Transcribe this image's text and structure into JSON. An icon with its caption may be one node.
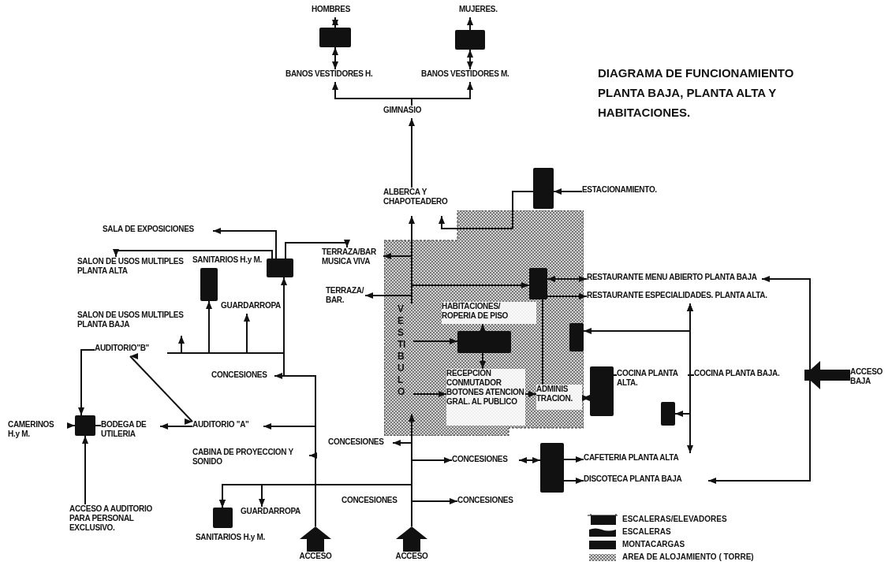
{
  "diagram": {
    "title": "DIAGRAMA DE FUNCIONAMIENTO PLANTA BAJA, PLANTA ALTA Y HABITACIONES.",
    "nodes": [
      {
        "text": [
          "HOMBRES"
        ]
      },
      {
        "text": [],
        "shape": "box"
      },
      {
        "text": [
          "MUJERES."
        ]
      },
      {
        "text": [],
        "shape": "box"
      },
      {
        "text": [
          "BANOS VESTIDORES H."
        ]
      },
      {
        "text": [
          "BANOS VESTIDORES M."
        ]
      },
      {
        "text": [
          "GIMNASIO"
        ]
      },
      {
        "text": [
          "ALBERCA Y CHAPOTEADERO"
        ]
      },
      {
        "text": [],
        "shape": "box"
      },
      {
        "text": [
          "ESTACIONAMIENTO."
        ]
      },
      {
        "text": [],
        "shape": "area"
      },
      {
        "text": [
          "VESTIBULO"
        ],
        "in": 10
      },
      {
        "text": [
          "HABITACIONES/ ROPERIA DE PISO"
        ],
        "in": 10
      },
      {
        "text": [],
        "shape": "box",
        "in": 10
      },
      {
        "text": [
          "RECEPCION CONMUTADOR BOTONES ATENCION GRAL. AL PUBLICO"
        ],
        "in": 10
      },
      {
        "text": [],
        "shape": "box",
        "in": 10
      },
      {
        "text": [
          "ADMINIS TRACION."
        ],
        "in": 10
      },
      {
        "text": [],
        "shape": "box",
        "in": 10
      },
      {
        "text": [],
        "shape": "box"
      },
      {
        "text": [
          "SALA DE EXPOSICIONES"
        ]
      },
      {
        "text": [
          "SALON DE USOS MULTIPLES PLANTA ALTA"
        ]
      },
      {
        "text": [],
        "shape": "box",
        "beside": [
          "SANITARIOS H.y M."
        ]
      },
      {
        "text": [
          "TERRAZA/BAR MUSICA VIVA"
        ]
      },
      {
        "text": [
          "TERRAZA/ BAR."
        ]
      },
      {
        "text": [
          "GUARDARROPA"
        ]
      },
      {
        "text": [
          "SALON DE USOS MULTIPLES PLANTA BAJA"
        ]
      },
      {
        "text": [
          "AUDITORIO\"B\""
        ]
      },
      {
        "text": [
          "CONCESIONES"
        ]
      },
      {
        "text": [
          "CAMERINOS H.y M."
        ]
      },
      {
        "text": [],
        "shape": "box"
      },
      {
        "text": [
          "BODEGA DE UTILERIA"
        ]
      },
      {
        "text": [
          "AUDITORIO \"A\""
        ]
      },
      {
        "text": [
          "CABINA DE PROYECCION Y SONIDO"
        ]
      },
      {
        "text": [
          "ACCESO A AUDITORIO PARA PERSONAL EXCLUSIVO."
        ]
      },
      {
        "text": [],
        "shape": "box",
        "beside": [
          "SANITARIOS H.y M."
        ]
      },
      {
        "text": [
          "GUARDARROPA"
        ]
      },
      {
        "text": [
          "ACCESO"
        ]
      },
      {
        "text": [
          "CONCESIONES"
        ]
      },
      {
        "text": [
          "CONCESIONES"
        ]
      },
      {
        "text": [],
        "shape": "box"
      },
      {
        "text": [
          "CAFETERIA PLANTA ALTA"
        ]
      },
      {
        "text": [
          "DISCOTECA PLANTA BAJA"
        ]
      },
      {
        "text": [
          "CONCESIONES"
        ]
      },
      {
        "text": [
          "ACCESO"
        ]
      },
      {
        "text": [
          "RESTAURANTE MENU ABIERTO PLANTA BAJA"
        ]
      },
      {
        "text": [
          "RESTAURANTE ESPECIALIDADES. PLANTA ALTA."
        ]
      },
      {
        "text": [],
        "shape": "box"
      },
      {
        "text": [
          "COCINA PLANTA ALTA."
        ]
      },
      {
        "text": [
          "COCINA PLANTA BAJA."
        ]
      },
      {
        "text": [
          "ACCESO BAJA"
        ]
      },
      {
        "text": [],
        "shape": "box"
      }
    ],
    "edges": [
      {
        "from": 1,
        "to": 0,
        "arrow": "both"
      },
      {
        "from": 4,
        "to": 1,
        "arrow": "both"
      },
      {
        "from": 3,
        "to": 2,
        "arrow": "to"
      },
      {
        "from": 5,
        "to": 3,
        "arrow": "both"
      },
      {
        "from": 6,
        "to": 4,
        "arrow": "to"
      },
      {
        "from": 6,
        "to": 5,
        "arrow": "to"
      },
      {
        "from": 7,
        "to": 6,
        "arrow": "to"
      },
      {
        "from": 9,
        "to": 8,
        "arrow": "to"
      },
      {
        "from": 8,
        "to": 7,
        "arrow": "to"
      },
      {
        "from": 11,
        "to": 7,
        "arrow": "to"
      },
      {
        "from": 43,
        "to": 11,
        "arrow": "to"
      },
      {
        "from": 11,
        "to": 22,
        "arrow": "to"
      },
      {
        "from": 11,
        "to": 23,
        "arrow": "to"
      },
      {
        "from": 11,
        "to": 15,
        "arrow": "to"
      },
      {
        "from": 11,
        "to": 13,
        "arrow": "to"
      },
      {
        "from": 11,
        "to": 14,
        "arrow": "to"
      },
      {
        "from": 13,
        "to": 12,
        "arrow": "to"
      },
      {
        "from": 13,
        "to": 14,
        "arrow": "to"
      },
      {
        "from": 15,
        "to": 16,
        "arrow": "none"
      },
      {
        "from": 15,
        "to": 44,
        "arrow": "both"
      },
      {
        "from": 15,
        "to": 45,
        "arrow": "to"
      },
      {
        "from": 14,
        "to": 16,
        "arrow": "to"
      },
      {
        "from": 16,
        "to": 46,
        "arrow": "both"
      },
      {
        "from": 46,
        "to": 47,
        "arrow": "none"
      },
      {
        "from": 47,
        "to": 48,
        "arrow": "none"
      },
      {
        "from": 49,
        "to": 48,
        "arrow": "to",
        "style": "thick"
      },
      {
        "from": 45,
        "to": 17,
        "arrow": "both"
      },
      {
        "from": 45,
        "to": 40,
        "arrow": "both"
      },
      {
        "from": 45,
        "to": 50,
        "arrow": "to"
      },
      {
        "from": 44,
        "to": 41,
        "arrow": "both"
      },
      {
        "from": 38,
        "to": 39,
        "arrow": "both"
      },
      {
        "from": 39,
        "to": 40,
        "arrow": "to"
      },
      {
        "from": 39,
        "to": 41,
        "arrow": "to"
      },
      {
        "from": 43,
        "to": 38,
        "arrow": "to"
      },
      {
        "from": 43,
        "to": 37,
        "arrow": "to"
      },
      {
        "from": 43,
        "to": 42,
        "arrow": "to"
      },
      {
        "from": 43,
        "to": 34,
        "arrow": "to"
      },
      {
        "from": 36,
        "to": 34,
        "arrow": "to"
      },
      {
        "from": 36,
        "to": 35,
        "arrow": "to"
      },
      {
        "from": 36,
        "to": 32,
        "arrow": "to"
      },
      {
        "from": 36,
        "to": 31,
        "arrow": "to"
      },
      {
        "from": 36,
        "to": 27,
        "arrow": "to"
      },
      {
        "from": 36,
        "to": 18,
        "arrow": "to"
      },
      {
        "from": 18,
        "to": 19,
        "arrow": "to"
      },
      {
        "from": 18,
        "to": 20,
        "arrow": "to"
      },
      {
        "from": 18,
        "to": 22,
        "arrow": "to"
      },
      {
        "from": 18,
        "to": 25,
        "arrow": "to"
      },
      {
        "from": 18,
        "to": 21,
        "arrow": "to"
      },
      {
        "from": 18,
        "to": 24,
        "arrow": "to"
      },
      {
        "from": 18,
        "to": 26,
        "arrow": "none"
      },
      {
        "from": 26,
        "to": 29,
        "arrow": "to"
      },
      {
        "from": 26,
        "to": 31,
        "arrow": "both"
      },
      {
        "from": 28,
        "to": 29,
        "arrow": "to"
      },
      {
        "from": 29,
        "to": 30,
        "arrow": "none"
      },
      {
        "from": 31,
        "to": 30,
        "arrow": "to"
      },
      {
        "from": 33,
        "to": 29,
        "arrow": "to"
      }
    ],
    "labels": [
      "CONCESIONES"
    ],
    "legend": [
      {
        "text": "ESCALERAS/ELEVADORES"
      },
      {
        "text": "ESCALERAS"
      },
      {
        "text": "MONTACARGAS"
      },
      {
        "text": "AREA DE ALOJAMIENTO ( TORRE)"
      }
    ]
  }
}
